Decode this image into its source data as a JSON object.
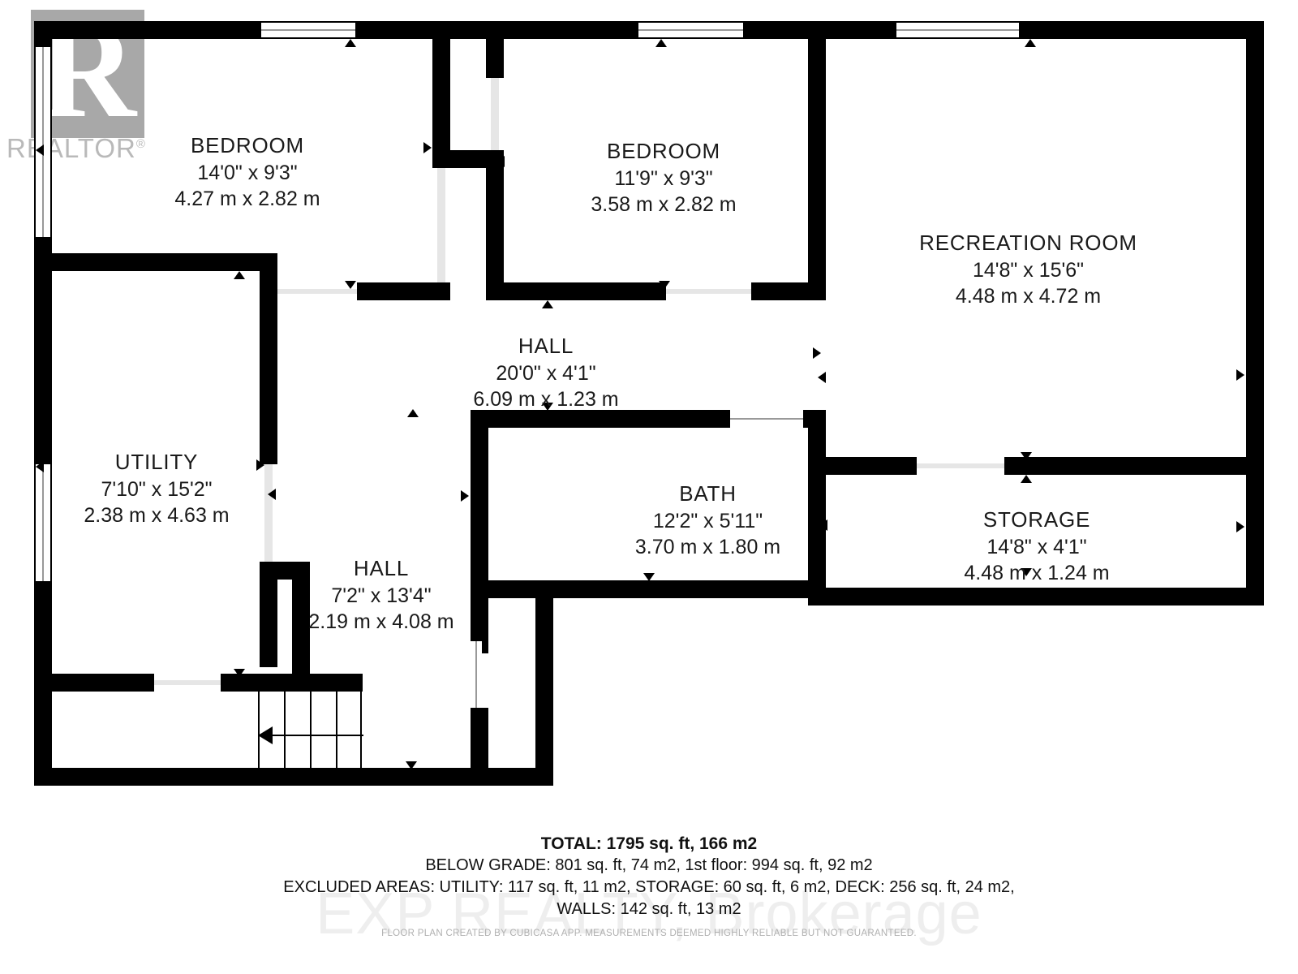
{
  "branding": {
    "realtor_logo_letter": "R",
    "realtor_wordmark": "REALTOR",
    "brokerage_watermark": "EXP REALTY, Brokerage"
  },
  "rooms": [
    {
      "name": "BEDROOM",
      "dim_imperial": "14'0\" x 9'3\"",
      "dim_metric": "4.27 m x 2.82 m"
    },
    {
      "name": "BEDROOM",
      "dim_imperial": "11'9\" x 9'3\"",
      "dim_metric": "3.58 m x 2.82 m"
    },
    {
      "name": "RECREATION ROOM",
      "dim_imperial": "14'8\" x 15'6\"",
      "dim_metric": "4.48 m x 4.72 m"
    },
    {
      "name": "HALL",
      "dim_imperial": "20'0\" x 4'1\"",
      "dim_metric": "6.09 m x 1.23 m"
    },
    {
      "name": "UTILITY",
      "dim_imperial": "7'10\" x 15'2\"",
      "dim_metric": "2.38 m x 4.63 m"
    },
    {
      "name": "BATH",
      "dim_imperial": "12'2\" x 5'11\"",
      "dim_metric": "3.70 m x 1.80 m"
    },
    {
      "name": "STORAGE",
      "dim_imperial": "14'8\" x 4'1\"",
      "dim_metric": "4.48 m x 1.24 m"
    },
    {
      "name": "HALL",
      "dim_imperial": "7'2\" x 13'4\"",
      "dim_metric": "2.19 m x 4.08 m"
    }
  ],
  "summary": {
    "total": "TOTAL: 1795 sq. ft, 166 m2",
    "below_grade": "BELOW GRADE: 801 sq. ft, 74 m2, 1st floor: 994 sq. ft, 92 m2",
    "excluded": "EXCLUDED AREAS: UTILITY: 117 sq. ft, 11 m2, STORAGE: 60 sq. ft, 6 m2, DECK: 256 sq. ft, 24 m2,",
    "walls": "WALLS: 142 sq. ft, 13 m2",
    "disclaimer": "FLOOR PLAN CREATED BY CUBICASA APP. MEASUREMENTS DEEMED HIGHLY RELIABLE BUT NOT GUARANTEED."
  },
  "colors": {
    "wall": "#000000",
    "background": "#ffffff",
    "watermark": "#eeeeee",
    "logo_gray": "#a8a8a8"
  }
}
